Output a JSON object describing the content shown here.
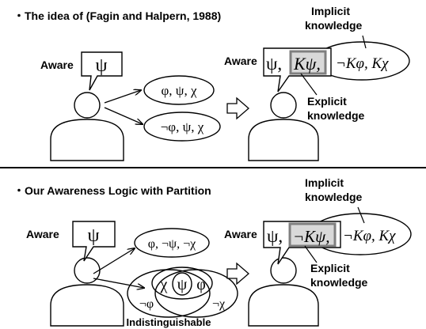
{
  "top": {
    "title": "・The idea of (Fagin and Halpern, 1988)",
    "left_aware": "Aware",
    "left_bubble": "ψ",
    "world_1": "φ, ψ, χ",
    "world_2": "¬φ, ψ, χ",
    "right_aware": "Aware",
    "right_psi": "ψ,",
    "right_kpsi": "Kψ,",
    "right_rest": "¬Kφ, Kχ",
    "implicit": [
      "Implicit",
      "knowledge"
    ],
    "explicit": [
      "Explicit",
      "knowledge"
    ]
  },
  "bottom": {
    "title": "・Our Awareness Logic with Partition",
    "left_aware": "Aware",
    "left_bubble": "ψ",
    "world_1": "φ, ¬ψ, ¬χ",
    "venn_chi": "χ",
    "venn_psi": "ψ",
    "venn_phi": "φ",
    "venn_not_phi": "¬φ",
    "venn_not_chi": "¬χ",
    "indistinguishable": "Indistinguishable",
    "right_aware": "Aware",
    "right_psi": "ψ,",
    "right_nkpsi": "¬Kψ,",
    "right_rest": "¬Kφ, Kχ",
    "implicit": [
      "Implicit",
      "knowledge"
    ],
    "explicit": [
      "Explicit",
      "knowledge"
    ]
  },
  "colors": {
    "line": "#000000",
    "highlight_border": "#7f7f7f",
    "highlight_fill": "#d9d9d9"
  },
  "icons": [
    "person-icon",
    "speech-bubble-icon",
    "arrow-icon",
    "hollow-right-arrow-icon"
  ]
}
